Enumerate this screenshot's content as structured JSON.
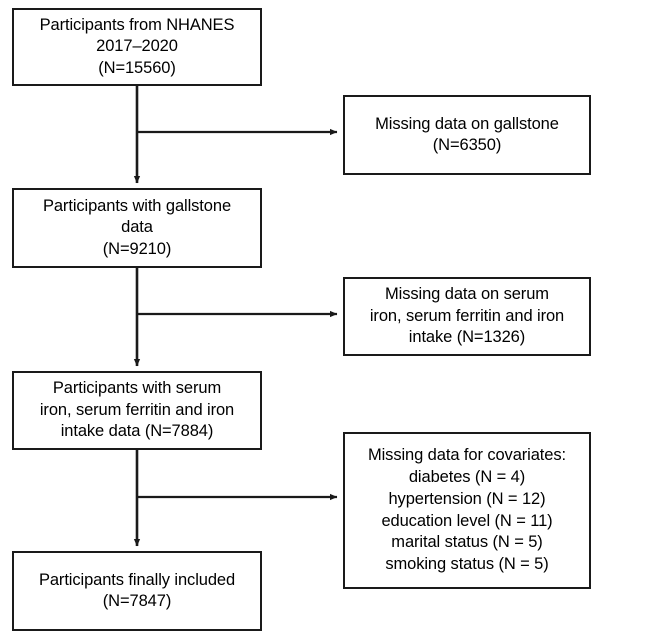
{
  "figure": {
    "kind": "participant-flow-diagram",
    "colors": {
      "stroke": "#1a1a1a",
      "fill": "#ffffff",
      "text": "#000000"
    }
  },
  "inclusion_nodes": [
    {
      "id": "source",
      "text": "Participants from NHANES\n2017–2020\n(N=15560)",
      "n": 15560
    },
    {
      "id": "gallstone",
      "text": "Participants with gallstone\ndata\n(N=9210)",
      "n": 9210
    },
    {
      "id": "serum",
      "text": "Participants with serum\niron, serum ferritin and iron\nintake data (N=7884)",
      "n": 7884
    },
    {
      "id": "final",
      "text": "Participants finally included\n(N=7847)",
      "n": 7847
    }
  ],
  "exclusion_nodes": [
    {
      "id": "excl-gallstone",
      "text": "Missing data on gallstone\n(N=6350)",
      "n": 6350
    },
    {
      "id": "excl-serum",
      "text": "Missing data on serum\niron, serum ferritin and iron\nintake (N=1326)",
      "n": 1326
    },
    {
      "id": "excl-covariate",
      "text": "Missing data for covariates:\ndiabetes (N = 4)\nhypertension (N = 12)\neducation level (N = 11)\nmarital status (N = 5)\nsmoking status (N = 5)",
      "items": [
        {
          "label": "diabetes",
          "n": 4
        },
        {
          "label": "hypertension",
          "n": 12
        },
        {
          "label": "education level",
          "n": 11
        },
        {
          "label": "marital status",
          "n": 5
        },
        {
          "label": "smoking status",
          "n": 5
        }
      ]
    }
  ],
  "edges": [
    {
      "id": "flow-1",
      "from": "source",
      "to": "gallstone",
      "direction": "down"
    },
    {
      "id": "flow-2",
      "from": "gallstone",
      "to": "serum",
      "direction": "down"
    },
    {
      "id": "flow-3",
      "from": "serum",
      "to": "final",
      "direction": "down"
    },
    {
      "id": "excl-1",
      "from": "source",
      "to": "excl-gallstone",
      "direction": "right"
    },
    {
      "id": "excl-2",
      "from": "gallstone",
      "to": "excl-serum",
      "direction": "right"
    },
    {
      "id": "excl-3",
      "from": "serum",
      "to": "excl-covariate",
      "direction": "right"
    }
  ]
}
